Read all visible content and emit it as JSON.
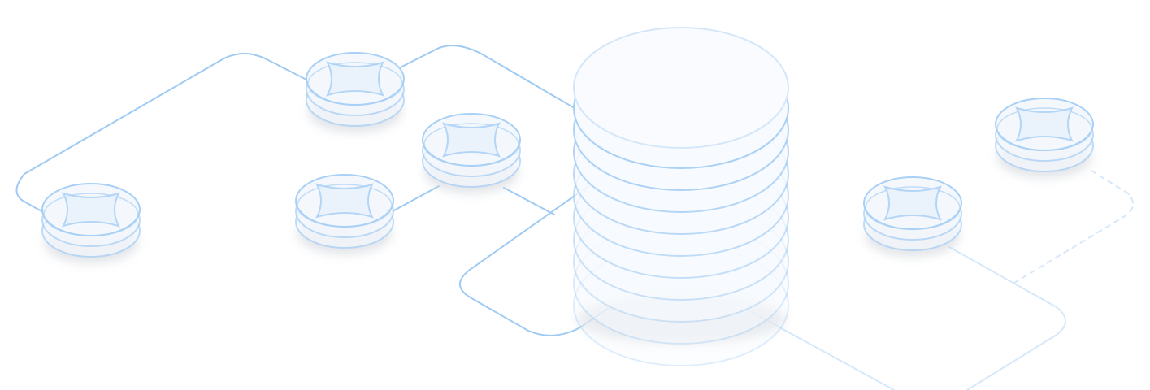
{
  "illustration": {
    "subject": "database-network",
    "colors": {
      "line": "#9fcbf3",
      "line_faint": "#d6e8fa",
      "disk_fill": "#f4f8fd",
      "disk_stroke": "#a9d0f5",
      "shadow": "#cfd3da"
    },
    "small_stack_count": 6,
    "small_stack_layers": 3,
    "big_cylinder_rings": 10
  }
}
